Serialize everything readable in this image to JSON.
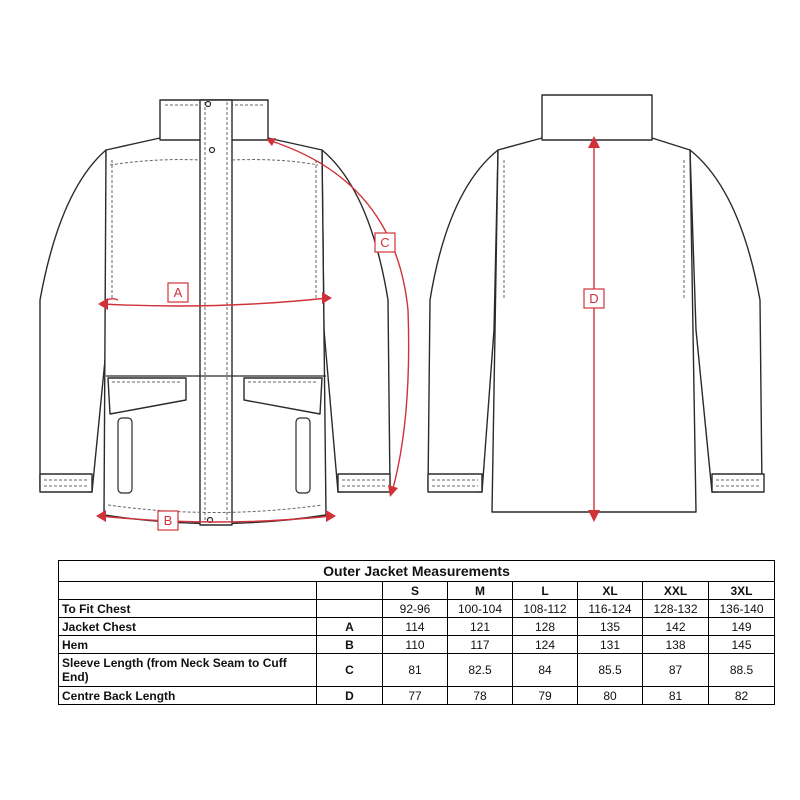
{
  "diagram": {
    "callouts": {
      "a": "A",
      "b": "B",
      "c": "C",
      "d": "D"
    }
  },
  "table": {
    "title": "Outer Jacket Measurements",
    "sizes": [
      "S",
      "M",
      "L",
      "XL",
      "XXL",
      "3XL"
    ],
    "rows": [
      {
        "label": "To Fit Chest",
        "code": "",
        "values": [
          "92-96",
          "100-104",
          "108-112",
          "116-124",
          "128-132",
          "136-140"
        ]
      },
      {
        "label": "Jacket Chest",
        "code": "A",
        "values": [
          "114",
          "121",
          "128",
          "135",
          "142",
          "149"
        ]
      },
      {
        "label": "Hem",
        "code": "B",
        "values": [
          "110",
          "117",
          "124",
          "131",
          "138",
          "145"
        ]
      },
      {
        "label": "Sleeve Length (from Neck Seam to Cuff End)",
        "code": "C",
        "values": [
          "81",
          "82.5",
          "84",
          "85.5",
          "87",
          "88.5"
        ]
      },
      {
        "label": "Centre Back Length",
        "code": "D",
        "values": [
          "77",
          "78",
          "79",
          "80",
          "81",
          "82"
        ]
      }
    ]
  }
}
